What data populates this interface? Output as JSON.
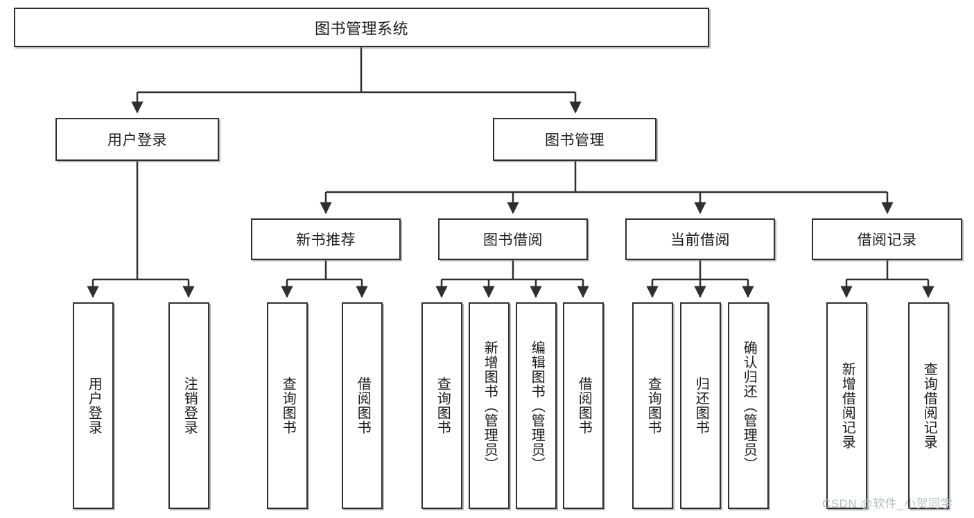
{
  "diagram": {
    "title": "图书管理系统",
    "type": "tree-hierarchy",
    "orientation": "top-down",
    "colors": {
      "box_border": "#2f2f2f",
      "box_fill": "#ffffff",
      "connector": "#2f2f2f",
      "text": "#1b1b1b",
      "watermark": "#b9bdc2"
    },
    "root": {
      "label": "图书管理系统"
    },
    "level2": [
      {
        "label": "用户登录"
      },
      {
        "label": "图书管理"
      }
    ],
    "level3": [
      {
        "label": "新书推荐"
      },
      {
        "label": "图书借阅"
      },
      {
        "label": "当前借阅"
      },
      {
        "label": "借阅记录"
      }
    ],
    "leaves": {
      "user_login": [
        {
          "label": "用户登录"
        },
        {
          "label": "注销登录"
        }
      ],
      "new_book_recommend": [
        {
          "label": "查询图书"
        },
        {
          "label": "借阅图书"
        }
      ],
      "book_borrow": [
        {
          "label": "查询图书"
        },
        {
          "label": "新增图书（管理员）"
        },
        {
          "label": "编辑图书（管理员）"
        },
        {
          "label": "借阅图书"
        }
      ],
      "current_borrow": [
        {
          "label": "查询图书"
        },
        {
          "label": "归还图书"
        },
        {
          "label": "确认归还（管理员）"
        }
      ],
      "borrow_record": [
        {
          "label": "新增借阅记录"
        },
        {
          "label": "查询借阅记录"
        }
      ]
    }
  },
  "watermark": {
    "text": "CSDN @软件_小贺同学"
  }
}
